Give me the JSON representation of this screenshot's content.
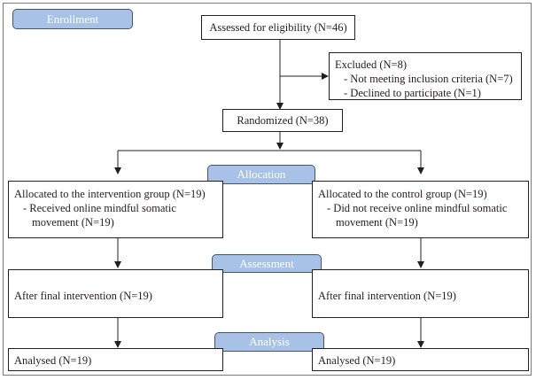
{
  "stages": {
    "enrollment": "Enrollment",
    "allocation": "Allocation",
    "assessment": "Assessment",
    "analysis": "Analysis"
  },
  "assessed": "Assessed for eligibility (N=46)",
  "excluded": {
    "title": "Excluded (N=8)",
    "reason1": "- Not meeting inclusion criteria (N=7)",
    "reason2": "- Declined to participate (N=1)"
  },
  "randomized": "Randomized (N=38)",
  "intervention": {
    "allocated": "Allocated to the intervention group (N=19)",
    "detail_line1": "- Received online mindful somatic",
    "detail_line2": "movement (N=19)",
    "after": "After final intervention (N=19)",
    "analysed": "Analysed (N=19)"
  },
  "control": {
    "allocated": "Allocated to the control group (N=19)",
    "detail_line1": "- Did not receive online mindful somatic",
    "detail_line2": "movement (N=19)",
    "after": "After final intervention (N=19)",
    "analysed": "Analysed (N=19)"
  }
}
